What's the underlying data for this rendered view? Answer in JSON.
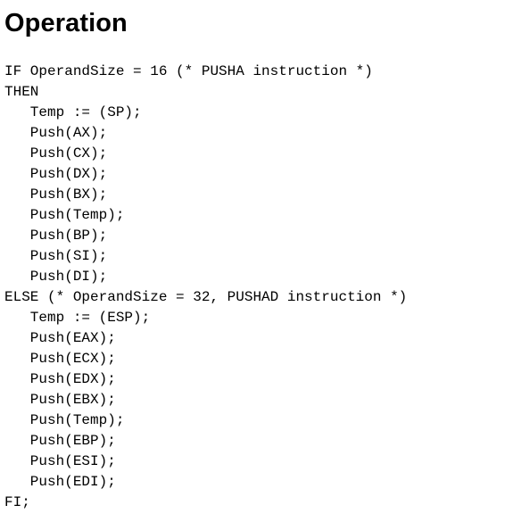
{
  "section": {
    "title": "Operation"
  },
  "code_lines": [
    "IF OperandSize = 16 (* PUSHA instruction *)",
    "THEN",
    "   Temp := (SP);",
    "   Push(AX);",
    "   Push(CX);",
    "   Push(DX);",
    "   Push(BX);",
    "   Push(Temp);",
    "   Push(BP);",
    "   Push(SI);",
    "   Push(DI);",
    "ELSE (* OperandSize = 32, PUSHAD instruction *)",
    "   Temp := (ESP);",
    "   Push(EAX);",
    "   Push(ECX);",
    "   Push(EDX);",
    "   Push(EBX);",
    "   Push(Temp);",
    "   Push(EBP);",
    "   Push(ESI);",
    "   Push(EDI);",
    "FI;"
  ]
}
